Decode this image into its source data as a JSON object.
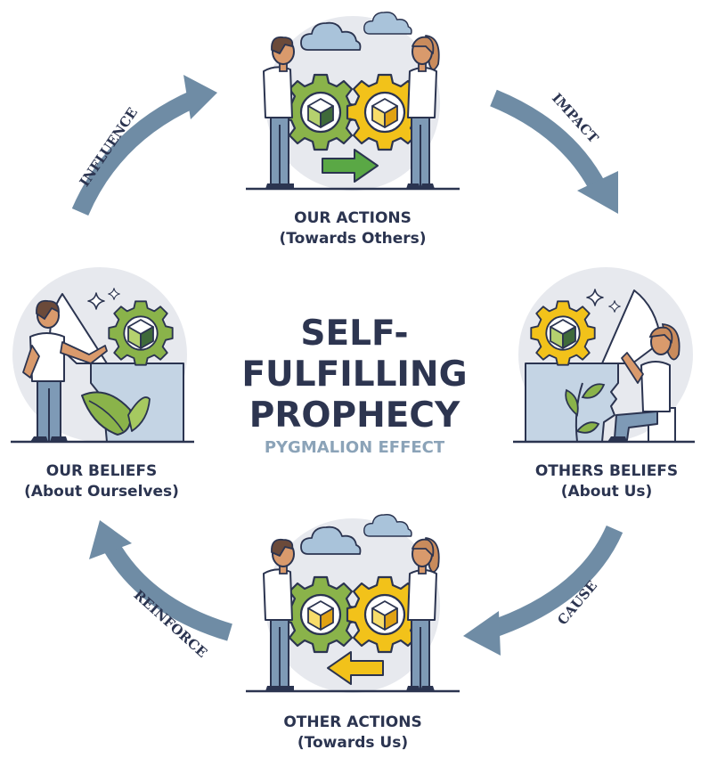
{
  "center": {
    "title_line1": "SELF-",
    "title_line2": "FULFILLING",
    "title_line3": "PROPHECY",
    "subtitle": "PYGMALION EFFECT"
  },
  "nodes": {
    "top": {
      "line1": "OUR ACTIONS",
      "line2": "(Towards Others)"
    },
    "right": {
      "line1": "OTHERS BELIEFS",
      "line2": "(About Us)"
    },
    "bottom": {
      "line1": "OTHER ACTIONS",
      "line2": "(Towards Us)"
    },
    "left": {
      "line1": "OUR BELIEFS",
      "line2": "(About Ourselves)"
    }
  },
  "arrows": {
    "influence": "INFLUENCE",
    "impact": "IMPACT",
    "cause": "CAUSE",
    "reinforce": "REINFORCE"
  },
  "colors": {
    "navy": "#2b3450",
    "arrow": "#6f8ca5",
    "sky": "#a9c3da",
    "gear_green": "#8ab34a",
    "gear_yellow": "#f2c21a",
    "skin": "#d99a6c",
    "shirt": "#ffffff",
    "pants": "#7e9ab6",
    "circle_bg": "#e7e9ee"
  },
  "icons": [
    "cloud-icon",
    "gear-icon",
    "cube-icon",
    "person-icon",
    "head-profile-icon",
    "leaf-icon",
    "sparkle-icon",
    "right-arrow-icon",
    "left-arrow-icon"
  ]
}
